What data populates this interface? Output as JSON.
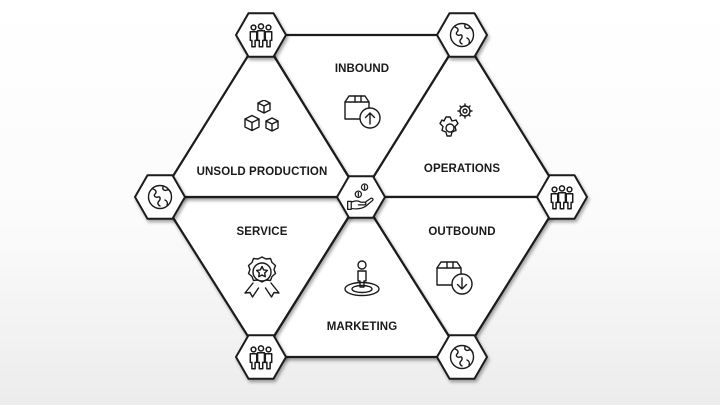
{
  "segments": [
    {
      "id": "inbound",
      "label": "INBOUND",
      "icon": "package-upload-icon"
    },
    {
      "id": "operations",
      "label": "OPERATIONS",
      "icon": "gears-icon"
    },
    {
      "id": "outbound",
      "label": "OUTBOUND",
      "icon": "package-download-icon"
    },
    {
      "id": "marketing",
      "label": "MARKETING",
      "icon": "person-target-icon"
    },
    {
      "id": "service",
      "label": "SERVICE",
      "icon": "award-ribbon-icon"
    },
    {
      "id": "unsold-production",
      "label": "UNSOLD PRODUCTION",
      "icon": "boxes-icon"
    }
  ],
  "center": {
    "icon": "hand-coins-icon"
  },
  "nodes": [
    {
      "id": "top-left",
      "icon": "people-group-icon"
    },
    {
      "id": "top-right",
      "icon": "globe-icon"
    },
    {
      "id": "right",
      "icon": "people-group-icon"
    },
    {
      "id": "bottom-right",
      "icon": "globe-icon"
    },
    {
      "id": "bottom-left",
      "icon": "people-group-icon"
    },
    {
      "id": "left",
      "icon": "globe-icon"
    }
  ],
  "colors": {
    "stroke": "#1a1a1a",
    "fill": "#ffffff",
    "shadow": "#9a9a9a"
  }
}
